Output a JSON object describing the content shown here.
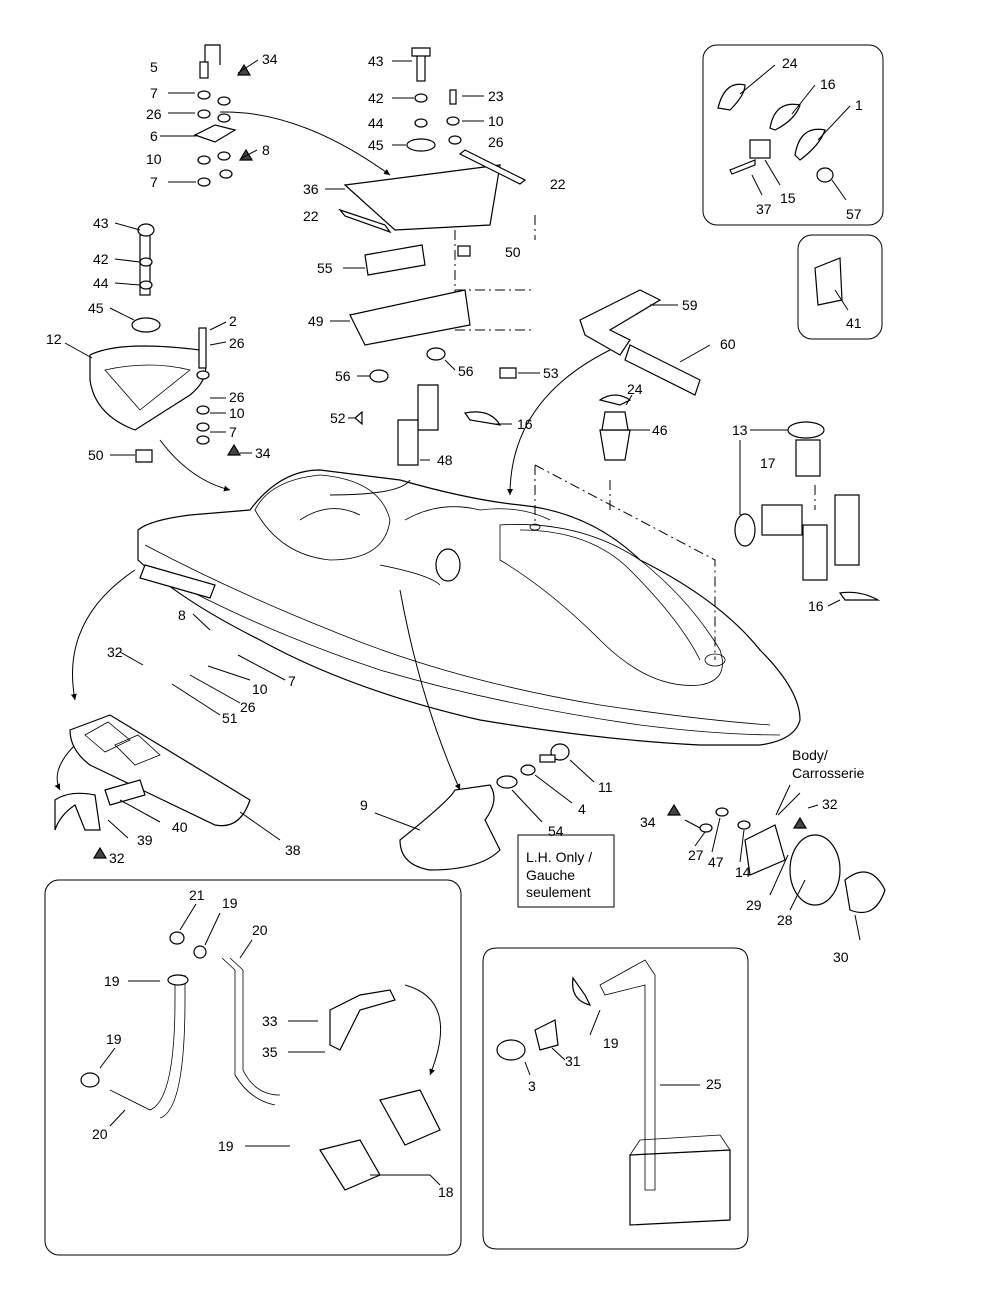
{
  "diagram": {
    "callouts": {
      "c5": "5",
      "c7a": "7",
      "c26a": "26",
      "c6": "6",
      "c10a": "10",
      "c7b": "7",
      "c34a": "34",
      "c8a": "8",
      "c43a": "43",
      "c42a": "42",
      "c44a": "44",
      "c45a": "45",
      "c23": "23",
      "c10b": "10",
      "c26b": "26",
      "c36": "36",
      "c22a": "22",
      "c22b": "22",
      "c50a": "50",
      "c55": "55",
      "c49": "49",
      "c56a": "56",
      "c56b": "56",
      "c53": "53",
      "c52": "52",
      "c16a": "16",
      "c48": "48",
      "c43b": "43",
      "c42b": "42",
      "c44b": "44",
      "c45b": "45",
      "c12": "12",
      "c2": "2",
      "c26c": "26",
      "c26d": "26",
      "c10c": "10",
      "c7c": "7",
      "c34b": "34",
      "c50b": "50",
      "c24a": "24",
      "c16b": "16",
      "c1": "1",
      "c37": "37",
      "c15": "15",
      "c57": "57",
      "c41": "41",
      "c59": "59",
      "c60": "60",
      "c24b": "24",
      "c46": "46",
      "c13": "13",
      "c17": "17",
      "c16c": "16",
      "c8b": "8",
      "c32a": "32",
      "c7d": "7",
      "c10d": "10",
      "c26e": "26",
      "c51": "51",
      "c38": "38",
      "c39": "39",
      "c40": "40",
      "c32b": "32",
      "c9": "9",
      "c11": "11",
      "c4": "4",
      "c54": "54",
      "c34c": "34",
      "c27": "27",
      "c47": "47",
      "c14": "14",
      "c29": "29",
      "c28": "28",
      "c30": "30",
      "c32c": "32",
      "c21": "21",
      "c19a": "19",
      "c20a": "20",
      "c19b": "19",
      "c19c": "19",
      "c20b": "20",
      "c33": "33",
      "c35": "35",
      "c19d": "19",
      "c18": "18",
      "c19e": "19",
      "c3": "3",
      "c31": "31",
      "c25": "25"
    },
    "notes": {
      "lh_only_1": "L.H. Only /",
      "lh_only_2": "Gauche",
      "lh_only_3": "seulement",
      "body_1": "Body/",
      "body_2": "Carrosserie"
    }
  }
}
